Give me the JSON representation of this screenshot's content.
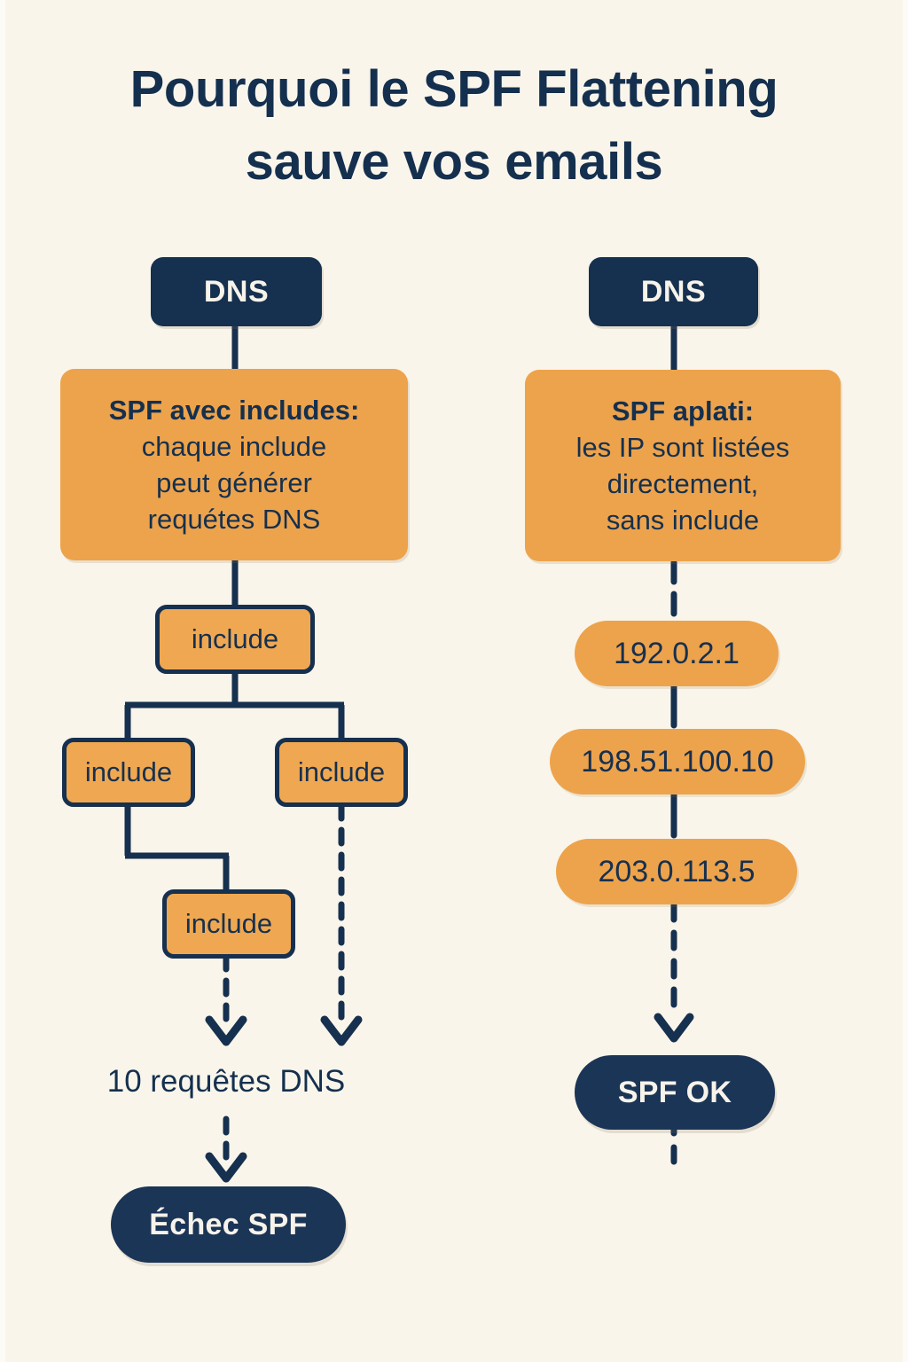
{
  "poster": {
    "background_color": "#FAF5EA",
    "navy_color": "#16304F",
    "orange_color": "#EDA34C",
    "title_line_1": "Pourquoi le SPF Flattening",
    "title_line_2": "sauve vos emails"
  },
  "left_column": {
    "dns_label": "DNS",
    "panel": {
      "heading": "SPF avec includes:",
      "line_2": "chaque include",
      "line_3": "peut générer",
      "line_4": "requétes DNS"
    },
    "include_nodes": [
      {
        "label": "include"
      },
      {
        "label": "include"
      },
      {
        "label": "include"
      },
      {
        "label": "include"
      }
    ],
    "query_count_label": "10 requêtes DNS",
    "result_label": "Échec SPF"
  },
  "right_column": {
    "dns_label": "DNS",
    "panel": {
      "heading": "SPF aplati:",
      "line_2": "les IP sont listées",
      "line_3": "directement,",
      "line_4": "sans include"
    },
    "ip_addresses": [
      {
        "value": "192.0.2.1"
      },
      {
        "value": "198.51.100.10"
      },
      {
        "value": "203.0.113.5"
      }
    ],
    "result_label": "SPF OK"
  }
}
